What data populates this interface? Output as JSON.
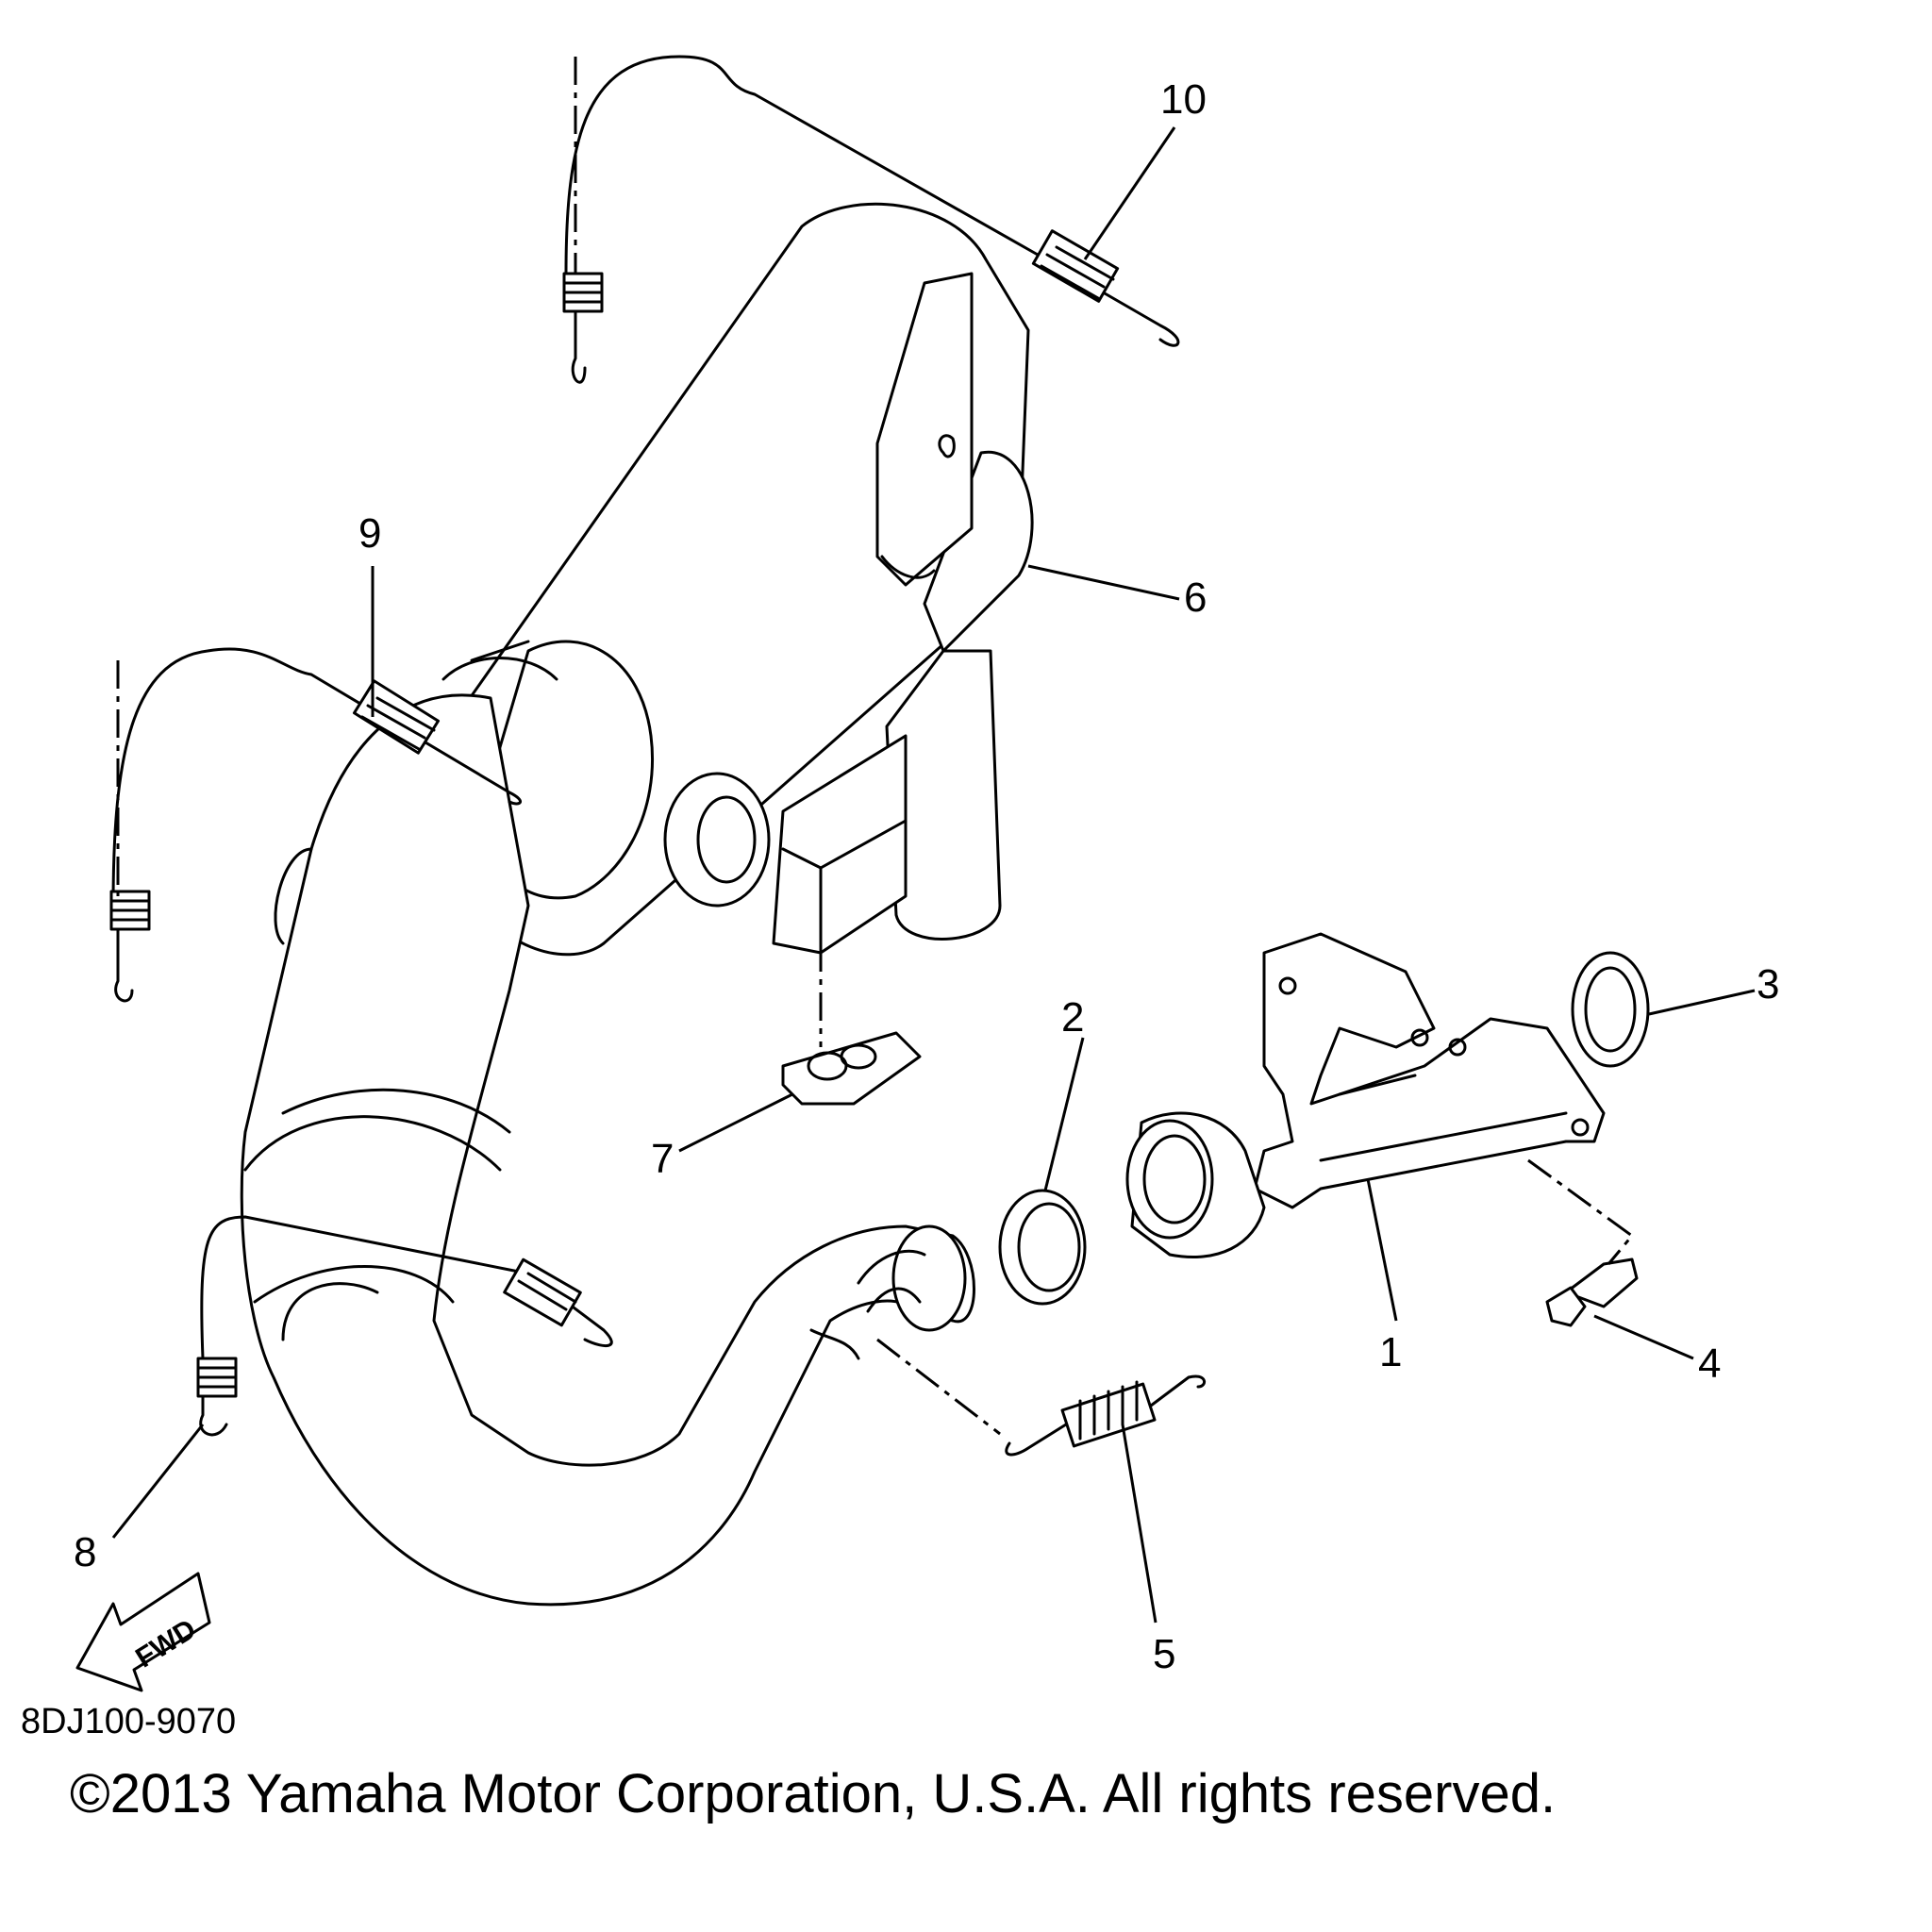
{
  "diagram": {
    "callouts": [
      "1",
      "2",
      "3",
      "4",
      "5",
      "6",
      "7",
      "8",
      "9",
      "10"
    ],
    "direction_label": "FWD",
    "diagram_code": "8DJ100-9070",
    "copyright": "©2013 Yamaha Motor Corporation, U.S.A. All rights reserved."
  }
}
